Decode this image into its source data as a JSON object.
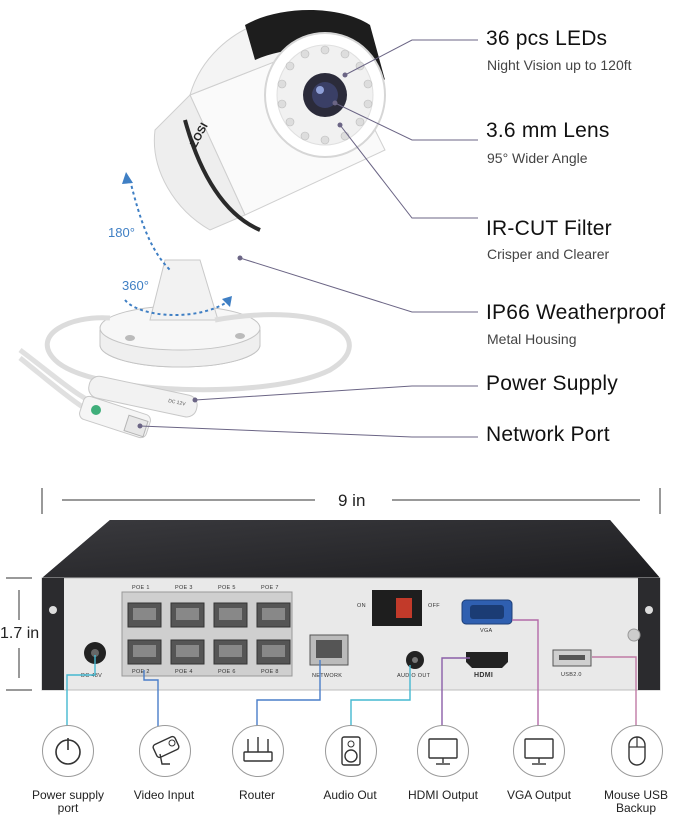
{
  "camera": {
    "brand": "ZOSI",
    "rotate_vertical": "180°",
    "rotate_horizontal": "360°",
    "connector_label": "DC 12V"
  },
  "features": [
    {
      "title": "36 pcs LEDs",
      "subtitle": "Night Vision up to 120ft"
    },
    {
      "title": "3.6 mm Lens",
      "subtitle": "95° Wider Angle"
    },
    {
      "title": "IR-CUT Filter",
      "subtitle": "Crisper and Clearer"
    },
    {
      "title": "IP66 Weatherproof",
      "subtitle": "Metal Housing"
    },
    {
      "title": "Power Supply",
      "subtitle": ""
    },
    {
      "title": "Network Port",
      "subtitle": ""
    }
  ],
  "nvr": {
    "width_label": "9 in",
    "height_label": "1.7 in",
    "poe_top": [
      "POE 1",
      "POE 3",
      "POE 5",
      "POE 7"
    ],
    "poe_bottom": [
      "POE 2",
      "POE 4",
      "POE 6",
      "POE 8"
    ],
    "dc_label": "DC 48V",
    "network_label": "NETWORK",
    "audio_label": "AUDIO OUT",
    "hdmi_label": "HDMI",
    "vga_label": "VGA",
    "usb_label": "USB2.0",
    "switch_on": "ON",
    "switch_off": "OFF"
  },
  "ports": [
    {
      "label": "Power supply port",
      "icon": "power-icon",
      "color": "#45b8d0"
    },
    {
      "label": "Video Input",
      "icon": "camera-icon",
      "color": "#4a7ec9"
    },
    {
      "label": "Router",
      "icon": "router-icon",
      "color": "#4a7ec9"
    },
    {
      "label": "Audio Out",
      "icon": "speaker-icon",
      "color": "#45b8d0"
    },
    {
      "label": "HDMI Output",
      "icon": "monitor-icon",
      "color": "#8b5fa8"
    },
    {
      "label": "VGA Output",
      "icon": "monitor-icon",
      "color": "#b36aa8"
    },
    {
      "label": "Mouse USB Backup",
      "icon": "mouse-icon",
      "color": "#c07aa6"
    }
  ],
  "colors": {
    "leader_line": "#6b6585",
    "bracket": "#3f7fc4"
  }
}
